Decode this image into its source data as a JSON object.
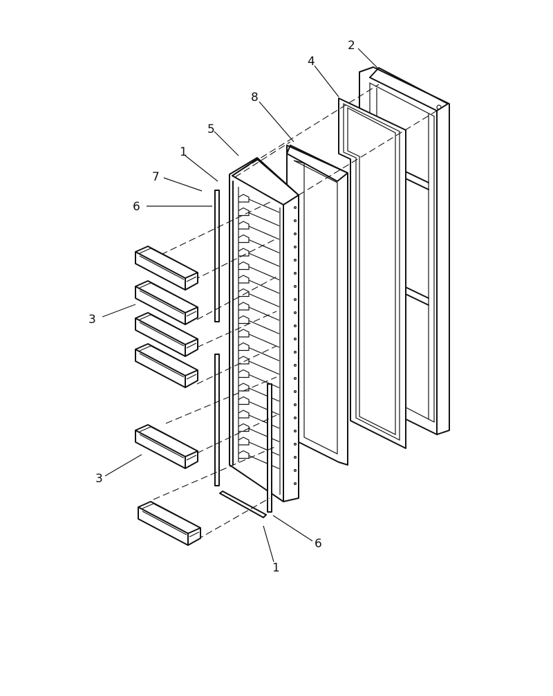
{
  "callouts": [
    {
      "id": "c2",
      "text": "2"
    },
    {
      "id": "c4",
      "text": "4"
    },
    {
      "id": "c8",
      "text": "8"
    },
    {
      "id": "c5",
      "text": "5"
    },
    {
      "id": "c1a",
      "text": "1"
    },
    {
      "id": "c7",
      "text": "7"
    },
    {
      "id": "c6a",
      "text": "6"
    },
    {
      "id": "c3a",
      "text": "3"
    },
    {
      "id": "c3b",
      "text": "3"
    },
    {
      "id": "c6b",
      "text": "6"
    },
    {
      "id": "c1b",
      "text": "1"
    }
  ]
}
